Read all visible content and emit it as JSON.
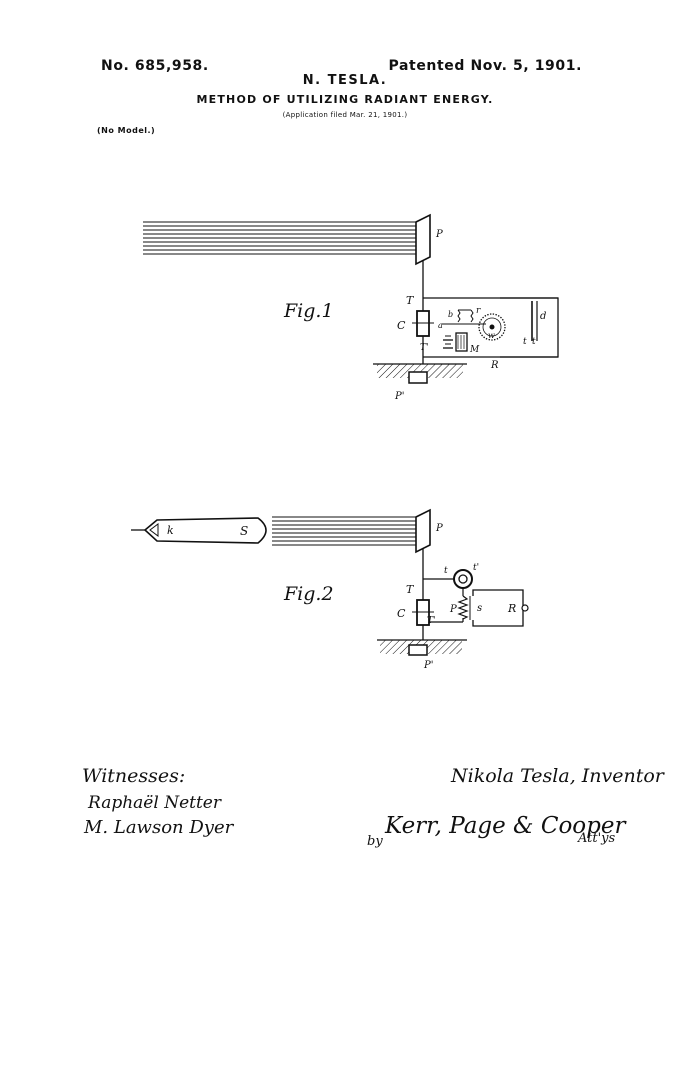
{
  "header": {
    "patent_number": "No. 685,958.",
    "patent_date": "Patented Nov. 5, 1901.",
    "inventor": "N. TESLA.",
    "title": "METHOD OF UTILIZING RADIANT ENERGY.",
    "application_filed": "(Application filed Mar. 21, 1901.)",
    "model_note": "(No Model.)"
  },
  "figures": [
    {
      "caption": "Fig.1",
      "labels": {
        "plate_top": "P",
        "terminal_upper": "T",
        "condenser": "C",
        "terminal_lower": "T'",
        "plate_ground": "P'",
        "relay_letter_b": "b",
        "relay_letter_a": "a",
        "relay_letter_r": "r",
        "relay_letter_w": "w",
        "magnet": "M",
        "relay": "R",
        "contact_t": "t",
        "contact_t_prime": "t'",
        "device_d": "d"
      }
    },
    {
      "caption": "Fig.2",
      "labels": {
        "cathode": "k",
        "tube": "S",
        "plate_top": "P",
        "contact_t": "t",
        "contact_t_prime": "t'",
        "terminal_upper": "T",
        "condenser": "C",
        "terminal_lower": "T'",
        "primary": "P",
        "secondary": "s",
        "receiver": "R",
        "plate_ground": "P'"
      }
    }
  ],
  "signatures": {
    "witnesses_label": "Witnesses:",
    "witness_1": "Raphaël Netter",
    "witness_2": "M. Lawson Dyer",
    "inventor_line": "Nikola Tesla, Inventor",
    "by": "by",
    "attorneys": "Kerr, Page & Cooper",
    "attys": "Att'ys"
  }
}
